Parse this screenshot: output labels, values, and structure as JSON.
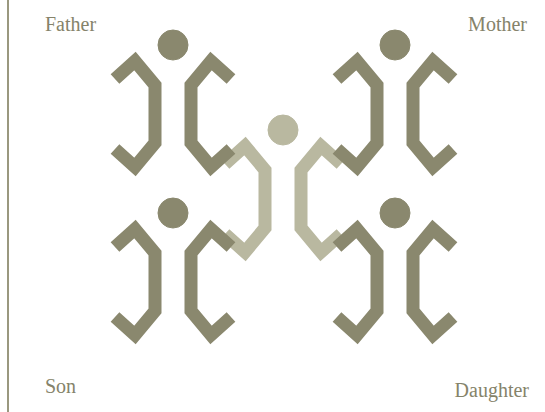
{
  "diagram": {
    "labels": [
      "Father",
      "Mother",
      "Son",
      "Daughter"
    ]
  }
}
